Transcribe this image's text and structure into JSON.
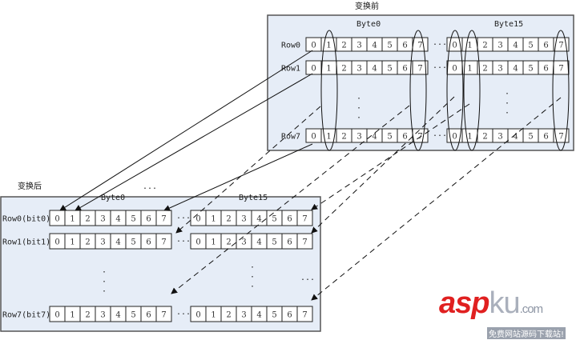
{
  "before": {
    "title": "变换前",
    "byte_labels": [
      "Byte0",
      "Byte15"
    ],
    "row_labels": [
      "Row0",
      "Row1",
      "Row7"
    ],
    "ellipsis": "···",
    "vdots": "·"
  },
  "after": {
    "title": "变换后",
    "title_ellipsis": "...",
    "byte_labels": [
      "Byte0",
      "Byte15"
    ],
    "row_labels": [
      "Row0(bit0)",
      "Row1(bit1)",
      "Row7(bit7)"
    ],
    "ellipsis": "···",
    "side_ellipsis": "...",
    "vdots": "·"
  },
  "bits": [
    "0",
    "1",
    "2",
    "3",
    "4",
    "5",
    "6",
    "7"
  ],
  "watermark": {
    "brand": "asp",
    "brand2": "ku",
    "domain": ".com",
    "slogan": "免费网站源码下载站!"
  },
  "colors": {
    "panel": "#e6edf7",
    "brand": "#e02020"
  }
}
